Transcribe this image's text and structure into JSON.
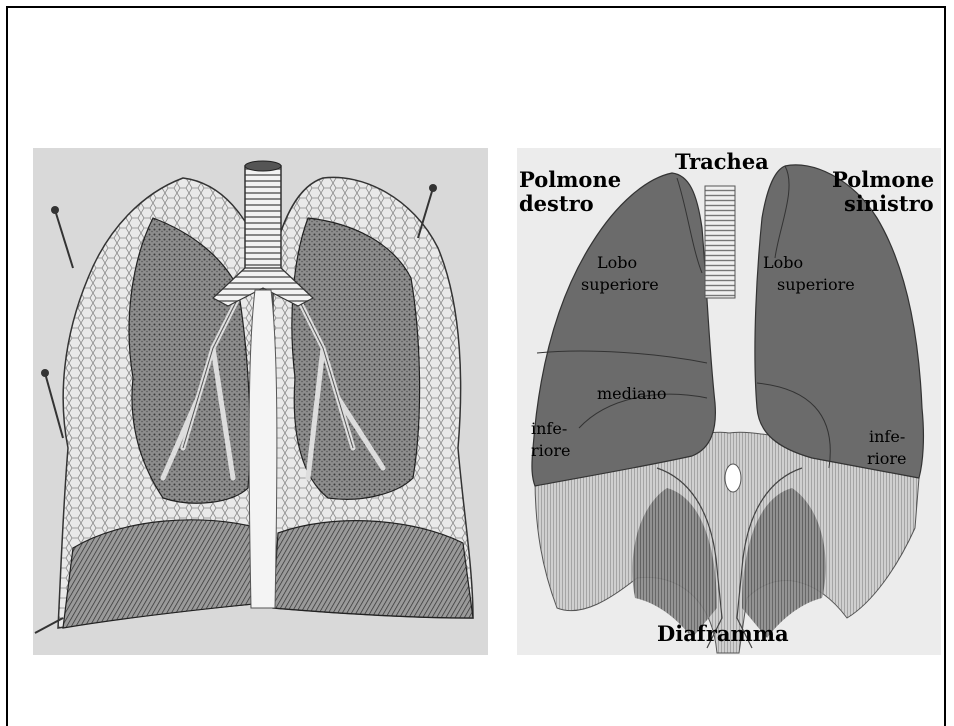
{
  "labels": {
    "trachea": "Trachea",
    "right_lung": [
      "Polmone",
      "destro"
    ],
    "left_lung": [
      "Polmone",
      "sinistro"
    ],
    "right_upper_lobe": [
      "Lobo",
      "superiore"
    ],
    "left_upper_lobe": [
      "Lobo",
      "superiore"
    ],
    "middle_lobe": "mediano",
    "right_lower_lobe": [
      "infe-",
      "riore"
    ],
    "left_lower_lobe": [
      "infe-",
      "riore"
    ],
    "diaphragm": "Diaframma"
  }
}
